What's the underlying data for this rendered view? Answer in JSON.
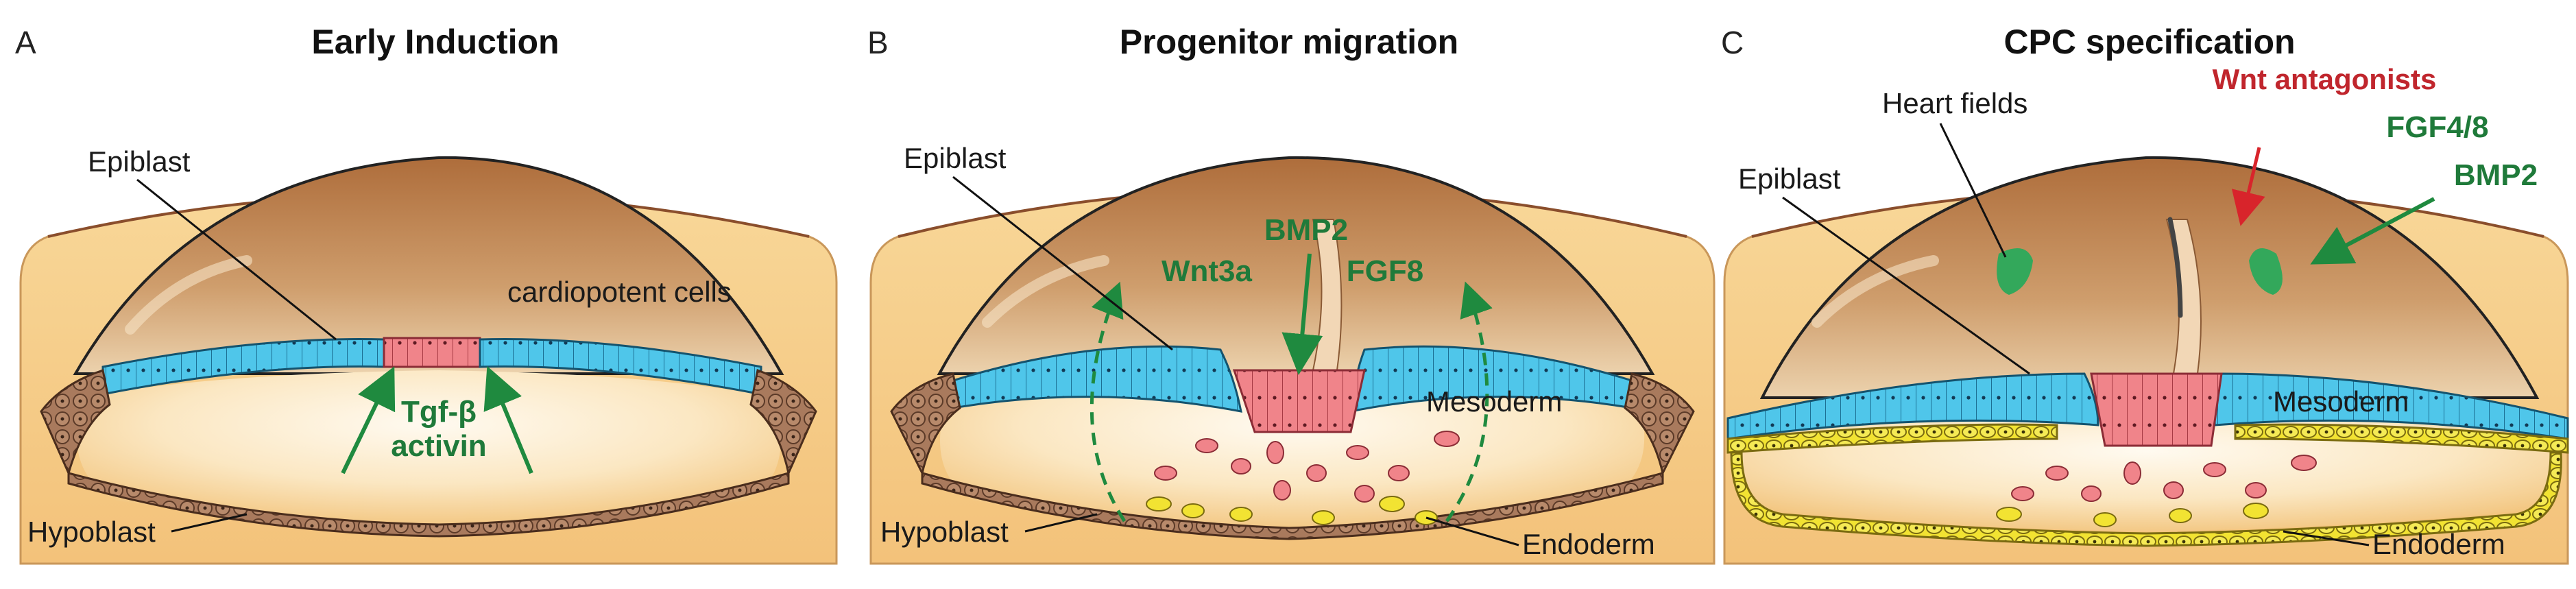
{
  "panels": [
    {
      "letter": "A",
      "title": "Early Induction",
      "labels": {
        "epiblast": "Epiblast",
        "hypoblast": "Hypoblast",
        "cardiopotent": "cardiopotent cells",
        "signal1": "Tgf-β",
        "signal2": "activin"
      }
    },
    {
      "letter": "B",
      "title": "Progenitor migration",
      "labels": {
        "epiblast": "Epiblast",
        "hypoblast": "Hypoblast",
        "mesoderm": "Mesoderm",
        "endoderm": "Endoderm",
        "bmp2": "BMP2",
        "wnt3a": "Wnt3a",
        "fgf8": "FGF8"
      }
    },
    {
      "letter": "C",
      "title": "CPC specification",
      "labels": {
        "epiblast": "Epiblast",
        "mesoderm": "Mesoderm",
        "endoderm": "Endoderm",
        "heart_fields": "Heart fields",
        "wnt_antagonists": "Wnt antagonists",
        "fgf48": "FGF4/8",
        "bmp2": "BMP2"
      }
    }
  ],
  "colors": {
    "epiblast": "#4fc6ea",
    "cardiopotent": "#f0848a",
    "endoderm": "#f2e332",
    "hypoblast": "#9b6c50",
    "heart_field": "#33a85b",
    "signal_green": "#1f8a3f",
    "signal_red": "#d8242b",
    "amnion_top": "#b27744",
    "shell": "#f6cd86"
  }
}
